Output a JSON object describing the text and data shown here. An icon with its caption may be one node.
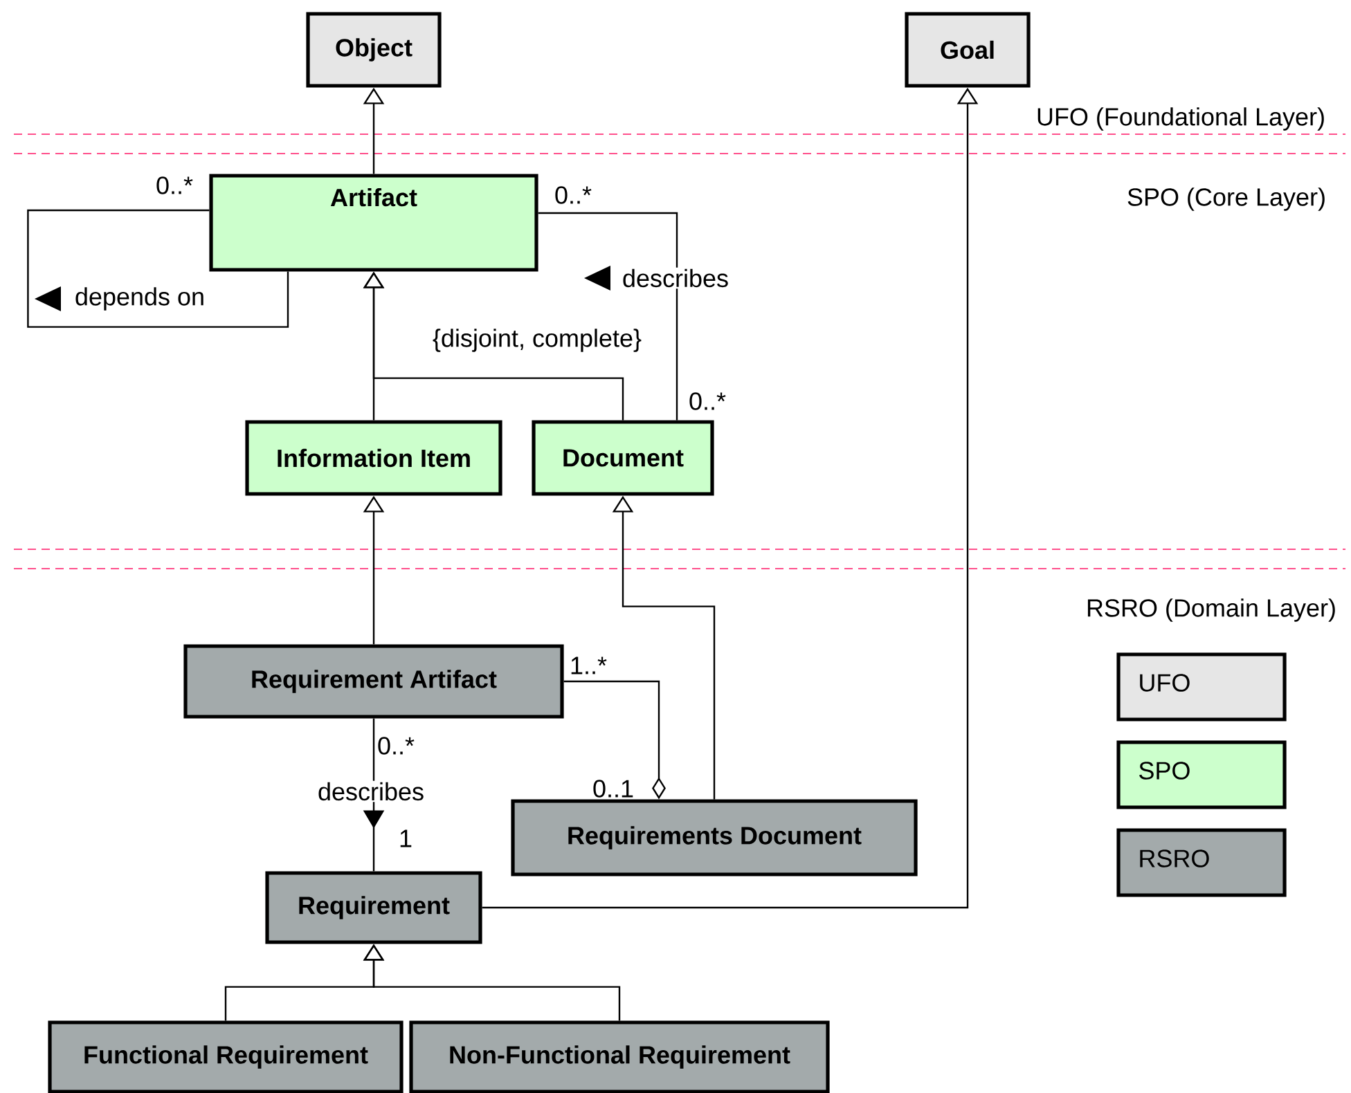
{
  "diagram": {
    "nodes": [
      {
        "text": [
          "Object"
        ]
      },
      {
        "text": [
          "Goal"
        ]
      },
      {
        "text": [
          "Artifact"
        ]
      },
      {
        "text": [
          "Information Item"
        ]
      },
      {
        "text": [
          "Document"
        ]
      },
      {
        "text": [
          "Requirement Artifact"
        ]
      },
      {
        "text": [
          "Requirements Document"
        ]
      },
      {
        "text": [
          "Requirement"
        ]
      },
      {
        "text": [
          "Functional Requirement"
        ]
      },
      {
        "text": [
          "Non-Functional Requirement"
        ]
      }
    ],
    "edges": [
      {
        "from": 2,
        "to": 0,
        "arrow": "to"
      },
      {
        "from": 3,
        "to": 2,
        "arrow": "to"
      },
      {
        "from": 4,
        "to": 2,
        "arrow": "to"
      },
      {
        "from": 2,
        "to": 2,
        "arrow": "none",
        "label": "depends on"
      },
      {
        "from": 4,
        "to": 2,
        "arrow": "none",
        "label": "describes"
      },
      {
        "from": 5,
        "to": 3,
        "arrow": "to"
      },
      {
        "from": 6,
        "to": 4,
        "arrow": "to"
      },
      {
        "from": 5,
        "to": 7,
        "arrow": "to",
        "label": "describes"
      },
      {
        "from": 5,
        "to": 6,
        "arrow": "other"
      },
      {
        "from": 7,
        "to": 1,
        "arrow": "to"
      },
      {
        "from": 8,
        "to": 7,
        "arrow": "to"
      },
      {
        "from": 9,
        "to": 7,
        "arrow": "to"
      }
    ],
    "labels": [
      "UFO (Foundational Layer)",
      "0..*",
      "SPO (Core Layer)",
      "0..*",
      "{disjoint, complete}",
      "0..*",
      "RSRO (Domain Layer)",
      "1..*",
      "0..*",
      "0..1",
      "1"
    ],
    "legend": [
      {
        "text": "UFO",
        "color": "#e6e6e6"
      },
      {
        "text": "SPO",
        "color": "#ccffcc"
      },
      {
        "text": "RSRO",
        "color": "#a3aaab"
      }
    ]
  }
}
